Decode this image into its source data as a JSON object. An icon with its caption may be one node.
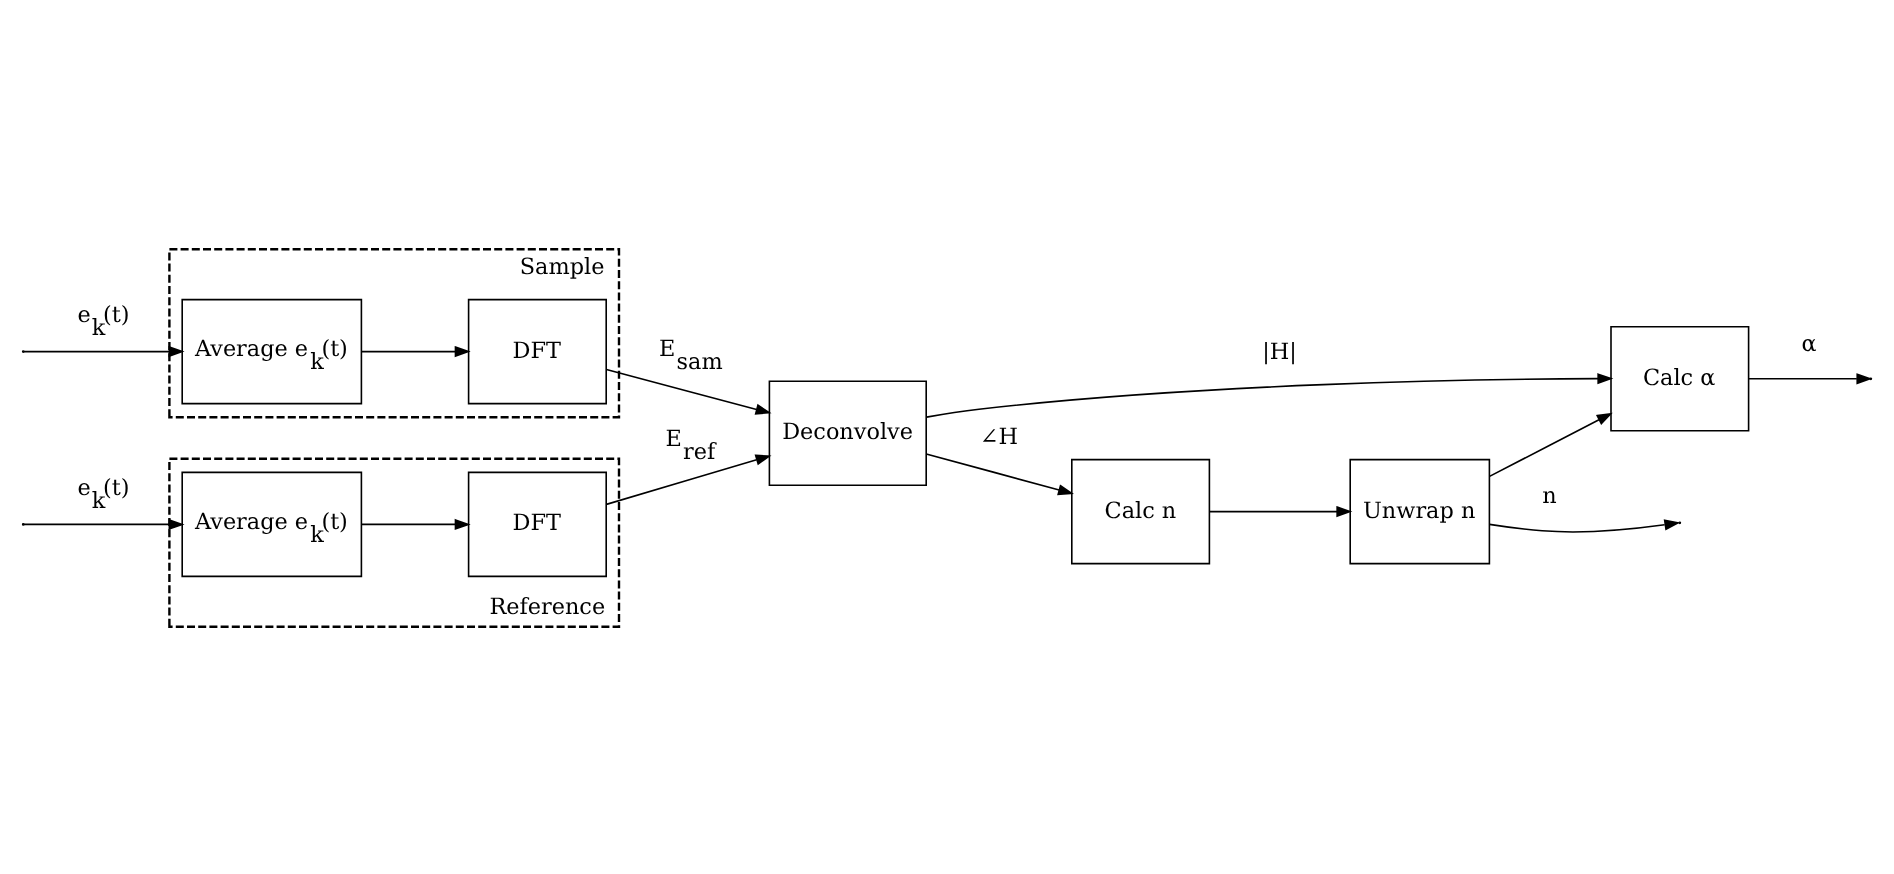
{
  "diagram": {
    "nodes": [
      {
        "text": [
          "Sample"
        ]
      },
      {
        "text": [
          "Average e$_{k}$(t)"
        ],
        "in": 0
      },
      {
        "text": [
          "DFT"
        ],
        "in": 0
      },
      {
        "text": [
          "Reference"
        ]
      },
      {
        "text": [
          "Average e$_{k}$(t)"
        ],
        "in": 3
      },
      {
        "text": [
          "DFT"
        ],
        "in": 3
      },
      {
        "text": [
          "Deconvolve"
        ]
      },
      {
        "text": [
          "Calc α"
        ]
      },
      {
        "text": [
          "Calc n"
        ]
      },
      {
        "text": [
          "Unwrap n"
        ]
      }
    ],
    "edges": [
      {
        "from": null,
        "to": 1,
        "arrow": "to",
        "label": "e$_{k}$(t)"
      },
      {
        "from": 1,
        "to": 2,
        "arrow": "to"
      },
      {
        "from": 2,
        "to": 6,
        "arrow": "to",
        "label": "E$_{sam}$"
      },
      {
        "from": null,
        "to": 4,
        "arrow": "to",
        "label": "e$_{k}$(t)"
      },
      {
        "from": 4,
        "to": 5,
        "arrow": "to"
      },
      {
        "from": 5,
        "to": 6,
        "arrow": "to",
        "label": "E$_{ref}$"
      },
      {
        "from": 6,
        "to": 7,
        "arrow": "to",
        "label": "|H|"
      },
      {
        "from": 6,
        "to": 8,
        "arrow": "to",
        "label": "∠H"
      },
      {
        "from": 8,
        "to": 9,
        "arrow": "to"
      },
      {
        "from": 9,
        "to": 7,
        "arrow": "to"
      },
      {
        "from": 7,
        "to": null,
        "arrow": "to",
        "label": "α"
      },
      {
        "from": 9,
        "to": null,
        "arrow": "to",
        "label": "n"
      }
    ]
  }
}
